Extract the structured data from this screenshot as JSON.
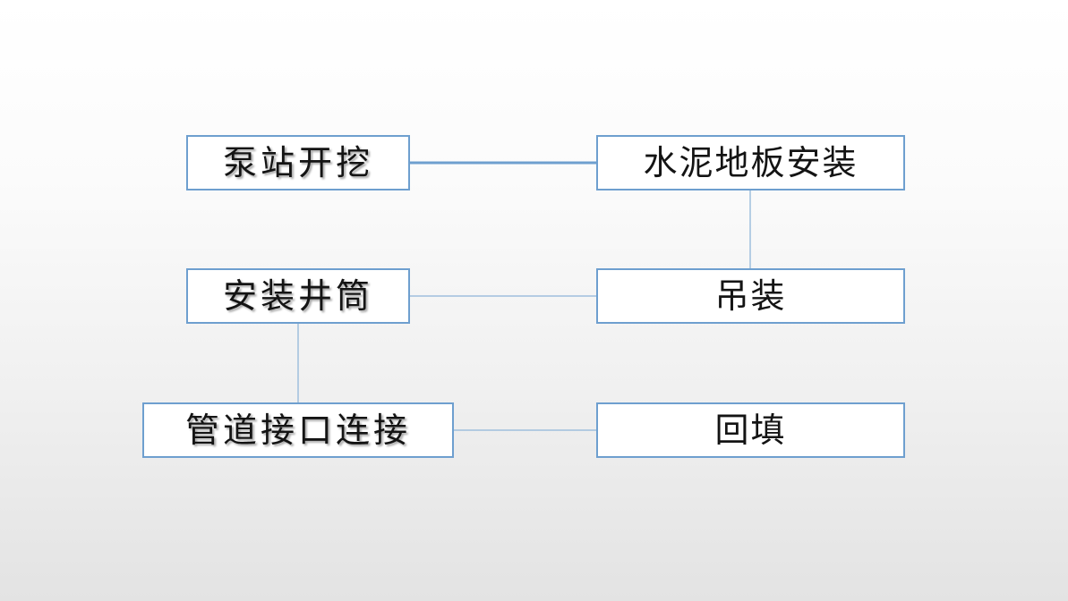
{
  "diagram": {
    "nodes": [
      {
        "id": "n1",
        "label": "泵站开挖"
      },
      {
        "id": "n2",
        "label": "水泥地板安装"
      },
      {
        "id": "n3",
        "label": "安装井筒"
      },
      {
        "id": "n4",
        "label": "吊装"
      },
      {
        "id": "n5",
        "label": "管道接口连接"
      },
      {
        "id": "n6",
        "label": "回填"
      }
    ],
    "edges": [
      {
        "from": "泵站开挖",
        "to": "水泥地板安装"
      },
      {
        "from": "水泥地板安装",
        "to": "吊装"
      },
      {
        "from": "吊装",
        "to": "安装井筒"
      },
      {
        "from": "安装井筒",
        "to": "管道接口连接"
      },
      {
        "from": "管道接口连接",
        "to": "回填"
      }
    ],
    "colors": {
      "node_border": "#6e9fcf",
      "connector": "#6e9fcf",
      "node_fill": "#ffffff",
      "text": "#141414"
    }
  }
}
